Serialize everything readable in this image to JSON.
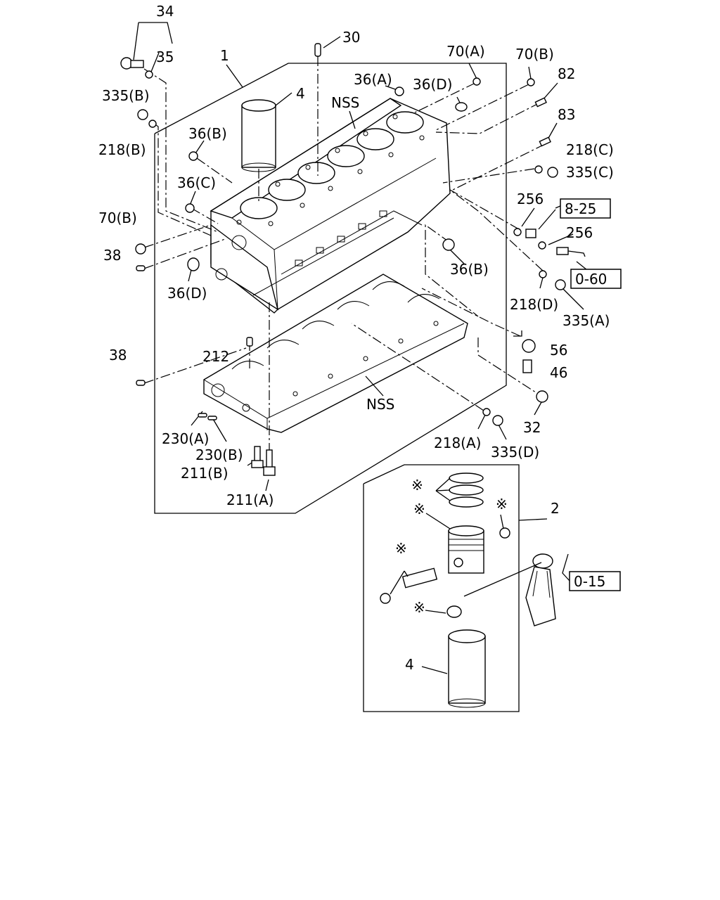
{
  "labels": {
    "l34": "34",
    "l35": "35",
    "l30": "30",
    "l1": "1",
    "l70a": "70(A)",
    "l70b_top": "70(B)",
    "l82": "82",
    "l83": "83",
    "l36a": "36(A)",
    "l36d_top": "36(D)",
    "lnss_top": "NSS",
    "l4_top": "4",
    "l335b": "335(B)",
    "l218b": "218(B)",
    "l36b_left": "36(B)",
    "l36c": "36(C)",
    "l218c": "218(C)",
    "l335c": "335(C)",
    "l256a": "256",
    "l256b": "256",
    "l70b_left": "70(B)",
    "l38_top": "38",
    "l36d_left": "36(D)",
    "l36b_right": "36(B)",
    "l218d": "218(D)",
    "l335a": "335(A)",
    "l56": "56",
    "l46": "46",
    "l38_bot": "38",
    "l212": "212",
    "lnss_bot": "NSS",
    "l32": "32",
    "l230a": "230(A)",
    "l230b": "230(B)",
    "l218a": "218(A)",
    "l335d": "335(D)",
    "l211b": "211(B)",
    "l211a": "211(A)",
    "l2": "2",
    "l4_bot": "4",
    "star": "※"
  },
  "refs": {
    "r825": "8-25",
    "r060": "0-60",
    "r015": "0-15"
  }
}
